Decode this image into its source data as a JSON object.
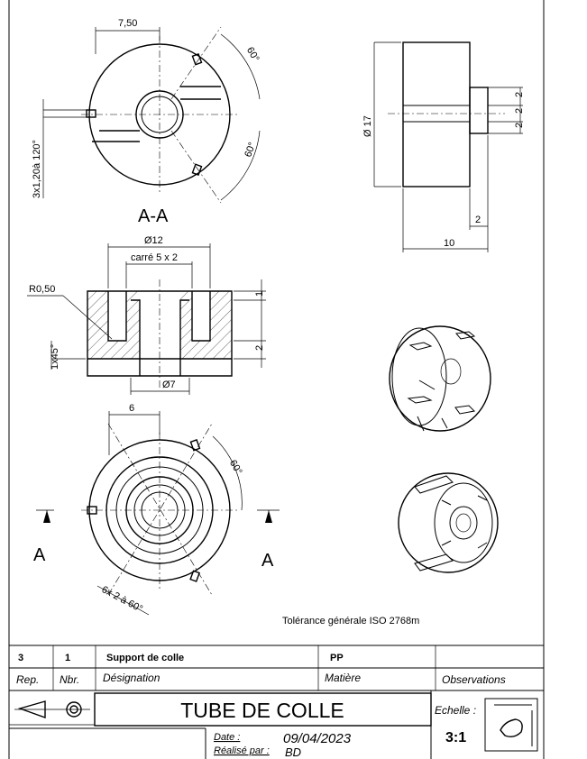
{
  "section": {
    "title": "A-A",
    "dim_width": "7,50",
    "dim_angle_top": "60°",
    "dim_angle_bottom": "60°",
    "dim_slot_note": "3x1,20à 120°"
  },
  "side_view": {
    "dim_diameter": "Ø 17",
    "dim_step_1": "2",
    "dim_step_2": "2",
    "dim_step_3": "2",
    "dim_boss": "2",
    "dim_length": "10"
  },
  "front_section": {
    "dim_outer": "Ø12",
    "dim_square": "carré 5 x 2",
    "dim_radius": "R0,50",
    "dim_top": "1",
    "dim_chamfer": "1x45°",
    "dim_bottom": "2",
    "dim_bore": "Ø7"
  },
  "top_view": {
    "dim_offset": "6",
    "dim_angle": "60°",
    "dim_notches": "6x 2 à 60°",
    "cut_left": "A",
    "cut_right": "A"
  },
  "tolerance_note": "Tolérance générale ISO 2768m",
  "title_block": {
    "row": {
      "rep": "3",
      "nbr": "1",
      "designation": "Support de colle",
      "matiere": "PP",
      "observations": ""
    },
    "headers": {
      "rep": "Rep.",
      "nbr": "Nbr.",
      "designation": "Désignation",
      "matiere": "Matière",
      "observations": "Observations"
    },
    "title": "TUBE DE COLLE",
    "scale_label": "Echelle :",
    "scale": "3:1",
    "date_label": "Date :",
    "date": "09/04/2023",
    "author_label": "Réalisé par :",
    "author": "BD"
  }
}
